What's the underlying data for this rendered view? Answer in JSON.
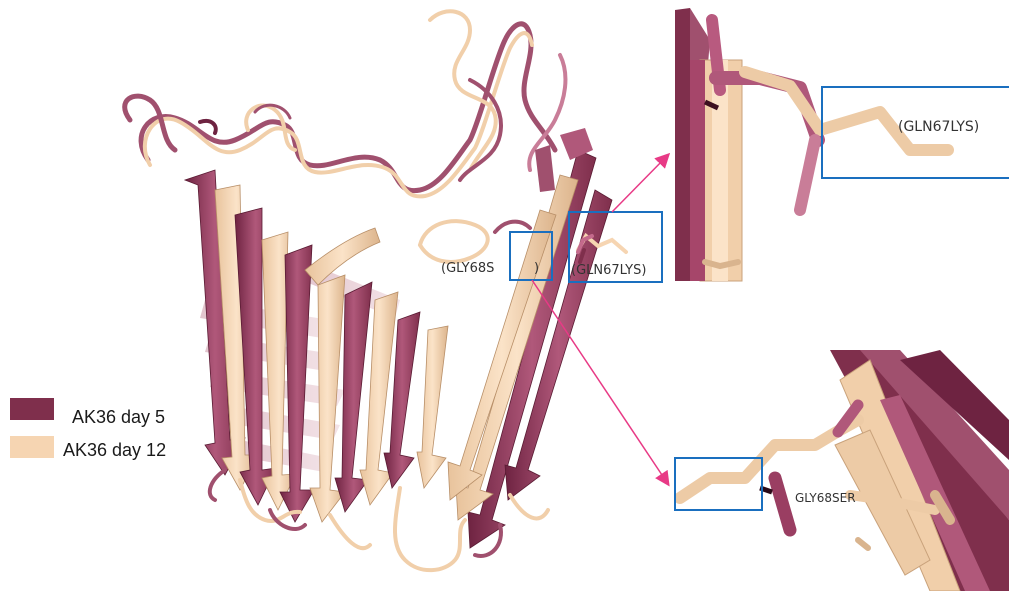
{
  "legend": {
    "items": [
      {
        "label": "AK36 day 5",
        "color": "#7f2f4c"
      },
      {
        "label": "AK36 day 12",
        "color": "#f6d5b2"
      }
    ]
  },
  "labels": {
    "main_gly": "(GLY68S",
    "main_gly_tail": ")",
    "main_gln": "(GLN67LYS)",
    "zoom_top": "(GLN67LYS)",
    "zoom_bottom": "GLY68SER"
  },
  "colors": {
    "day5": "#7f2f4c",
    "day5_light": "#c46a8c",
    "day12": "#f6d5b2",
    "day12_dark": "#d9b48e",
    "box": "#1a6fbf",
    "arrow": "#e83a86"
  }
}
